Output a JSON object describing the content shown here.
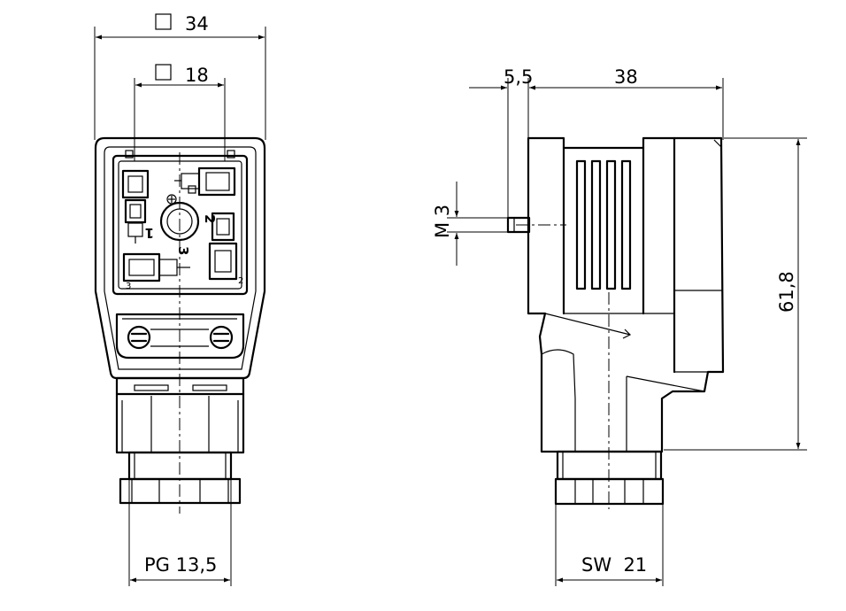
{
  "front_view": {
    "width_label": "34",
    "inner_label": "18",
    "thread_label": "PG 13,5",
    "pins": {
      "pin1": "1",
      "pin2": "2",
      "pin3": "3"
    }
  },
  "side_view": {
    "offset_label": "5,5",
    "depth_label": "38",
    "screw_label": "M 3",
    "height_label": "61,8",
    "wrench_label": "SW  21"
  }
}
